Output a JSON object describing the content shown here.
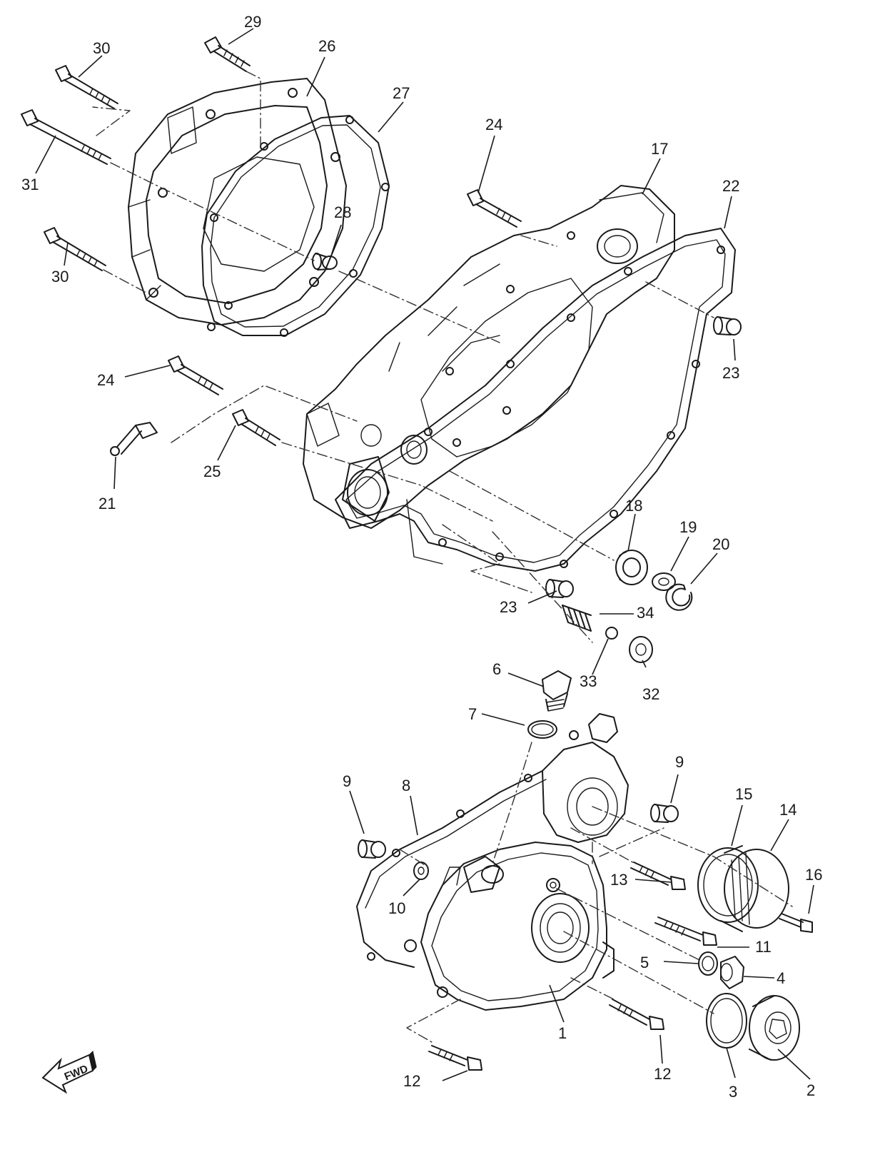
{
  "callouts": {
    "c1": "1",
    "c2": "2",
    "c3": "3",
    "c4": "4",
    "c5": "5",
    "c6": "6",
    "c7": "7",
    "c8": "8",
    "c9a": "9",
    "c9b": "9",
    "c10": "10",
    "c11": "11",
    "c12a": "12",
    "c12b": "12",
    "c13": "13",
    "c14": "14",
    "c15": "15",
    "c16": "16",
    "c17": "17",
    "c18": "18",
    "c19": "19",
    "c20": "20",
    "c21": "21",
    "c22": "22",
    "c23a": "23",
    "c23b": "23",
    "c24a": "24",
    "c24b": "24",
    "c25": "25",
    "c26": "26",
    "c27": "27",
    "c28": "28",
    "c29": "29",
    "c30a": "30",
    "c30b": "30",
    "c31": "31",
    "c32": "32",
    "c33": "33",
    "c34": "34"
  },
  "fwd_label": "FWD"
}
